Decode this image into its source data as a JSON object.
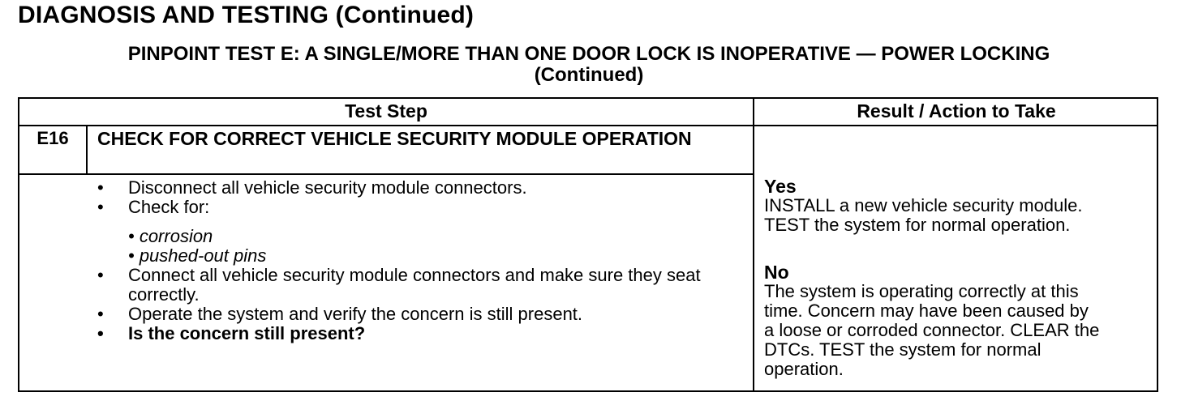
{
  "page_heading": "DIAGNOSIS AND TESTING (Continued)",
  "test_title": {
    "line1": "PINPOINT TEST E: A SINGLE/MORE THAN ONE DOOR LOCK IS INOPERATIVE — POWER LOCKING",
    "line2": "(Continued)"
  },
  "table": {
    "headers": {
      "test_step": "Test Step",
      "result": "Result / Action to Take"
    },
    "step": {
      "id": "E16",
      "title": "CHECK FOR CORRECT VEHICLE SECURITY MODULE OPERATION",
      "bullet_glyph": "•",
      "instructions": [
        "Disconnect all vehicle security module connectors.",
        "Check for:",
        "Connect all vehicle security module connectors and make sure they seat correctly.",
        "Operate the system and verify the concern is still present.",
        "Is the concern still present?"
      ],
      "check_items": [
        "• corrosion",
        "• pushed-out pins"
      ]
    },
    "results": {
      "yes_label": "Yes",
      "yes_line1": "INSTALL a new vehicle security module.",
      "yes_line2": "TEST the system for normal operation.",
      "no_label": "No",
      "no_line1": "The system is operating correctly at this",
      "no_line2": "time. Concern may have been caused by",
      "no_line3": "a loose or corroded connector. CLEAR the",
      "no_line4": "DTCs. TEST the system for normal",
      "no_line5": "operation."
    }
  }
}
